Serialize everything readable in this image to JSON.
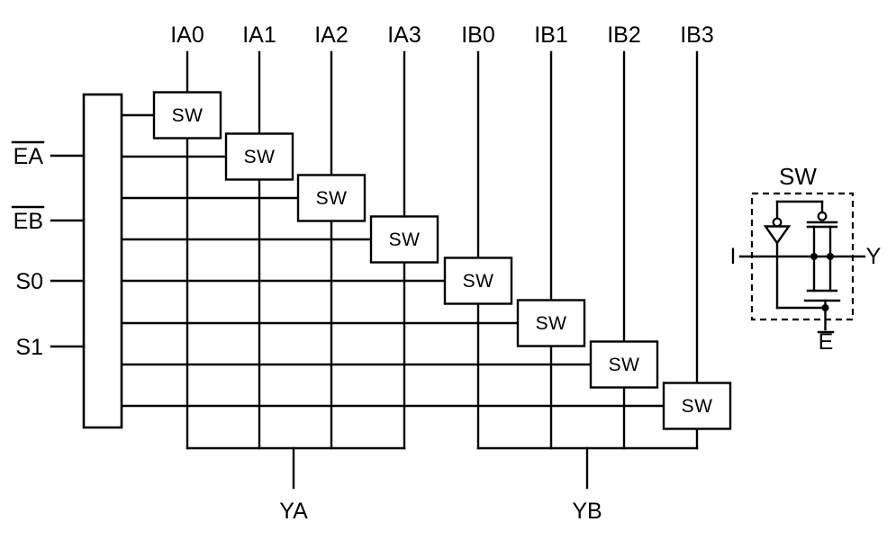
{
  "diagram": {
    "background_color": "#ffffff",
    "line_color": "#000000",
    "top_inputs": [
      "IA0",
      "IA1",
      "IA2",
      "IA3",
      "IB0",
      "IB1",
      "IB2",
      "IB3"
    ],
    "left_controls": [
      {
        "label": "EA",
        "overline": true
      },
      {
        "label": "EB",
        "overline": true
      },
      {
        "label": "S0",
        "overline": false
      },
      {
        "label": "S1",
        "overline": false
      }
    ],
    "switch_label": "SW",
    "outputs": [
      {
        "label": "YA"
      },
      {
        "label": "YB"
      }
    ],
    "inset": {
      "title": "SW",
      "input_label": "I",
      "output_label": "Y",
      "enable_label": "E",
      "enable_overline": true
    }
  }
}
